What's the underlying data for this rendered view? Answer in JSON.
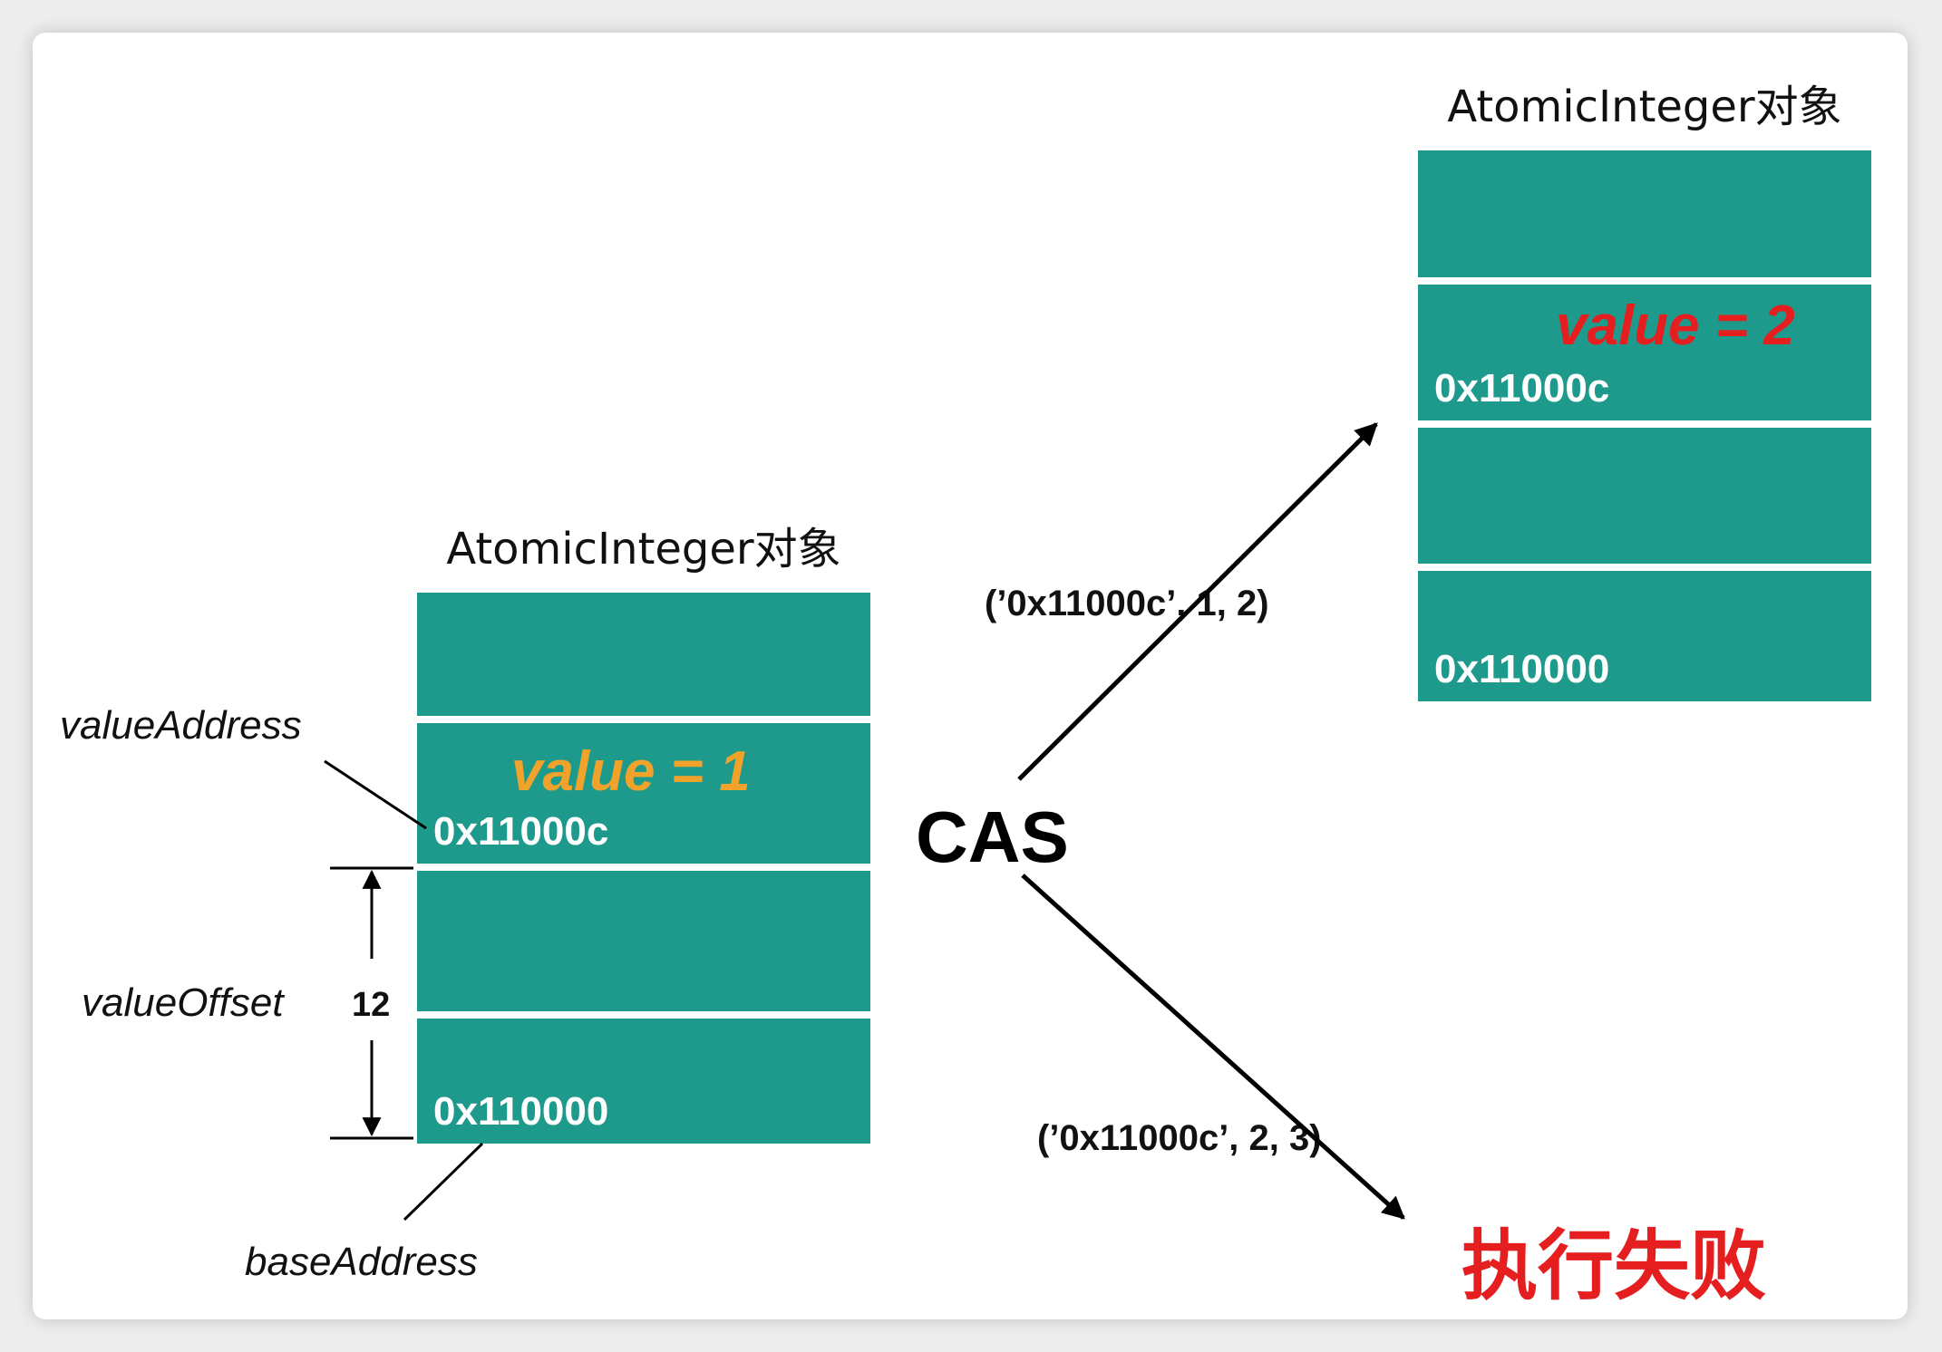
{
  "left_object": {
    "title": "AtomicInteger对象",
    "value_label": "value = 1",
    "value_color": "#f0a22a",
    "addr_top": "0x11000c",
    "addr_base": "0x110000"
  },
  "right_object": {
    "title": "AtomicInteger对象",
    "value_label": "value = 2",
    "value_color": "#e51f1f",
    "addr_top": "0x11000c",
    "addr_base": "0x110000"
  },
  "annotations": {
    "value_address": "valueAddress",
    "value_offset": "valueOffset",
    "offset_number": "12",
    "base_address": "baseAddress"
  },
  "operation": {
    "label": "CAS",
    "success_args": "(’0x11000c’, 1, 2)",
    "fail_args": "(’0x11000c’, 2, 3)",
    "fail_result": "执行失败",
    "fail_color": "#e51f1f"
  },
  "colors": {
    "cell": "#1e9a8c"
  }
}
